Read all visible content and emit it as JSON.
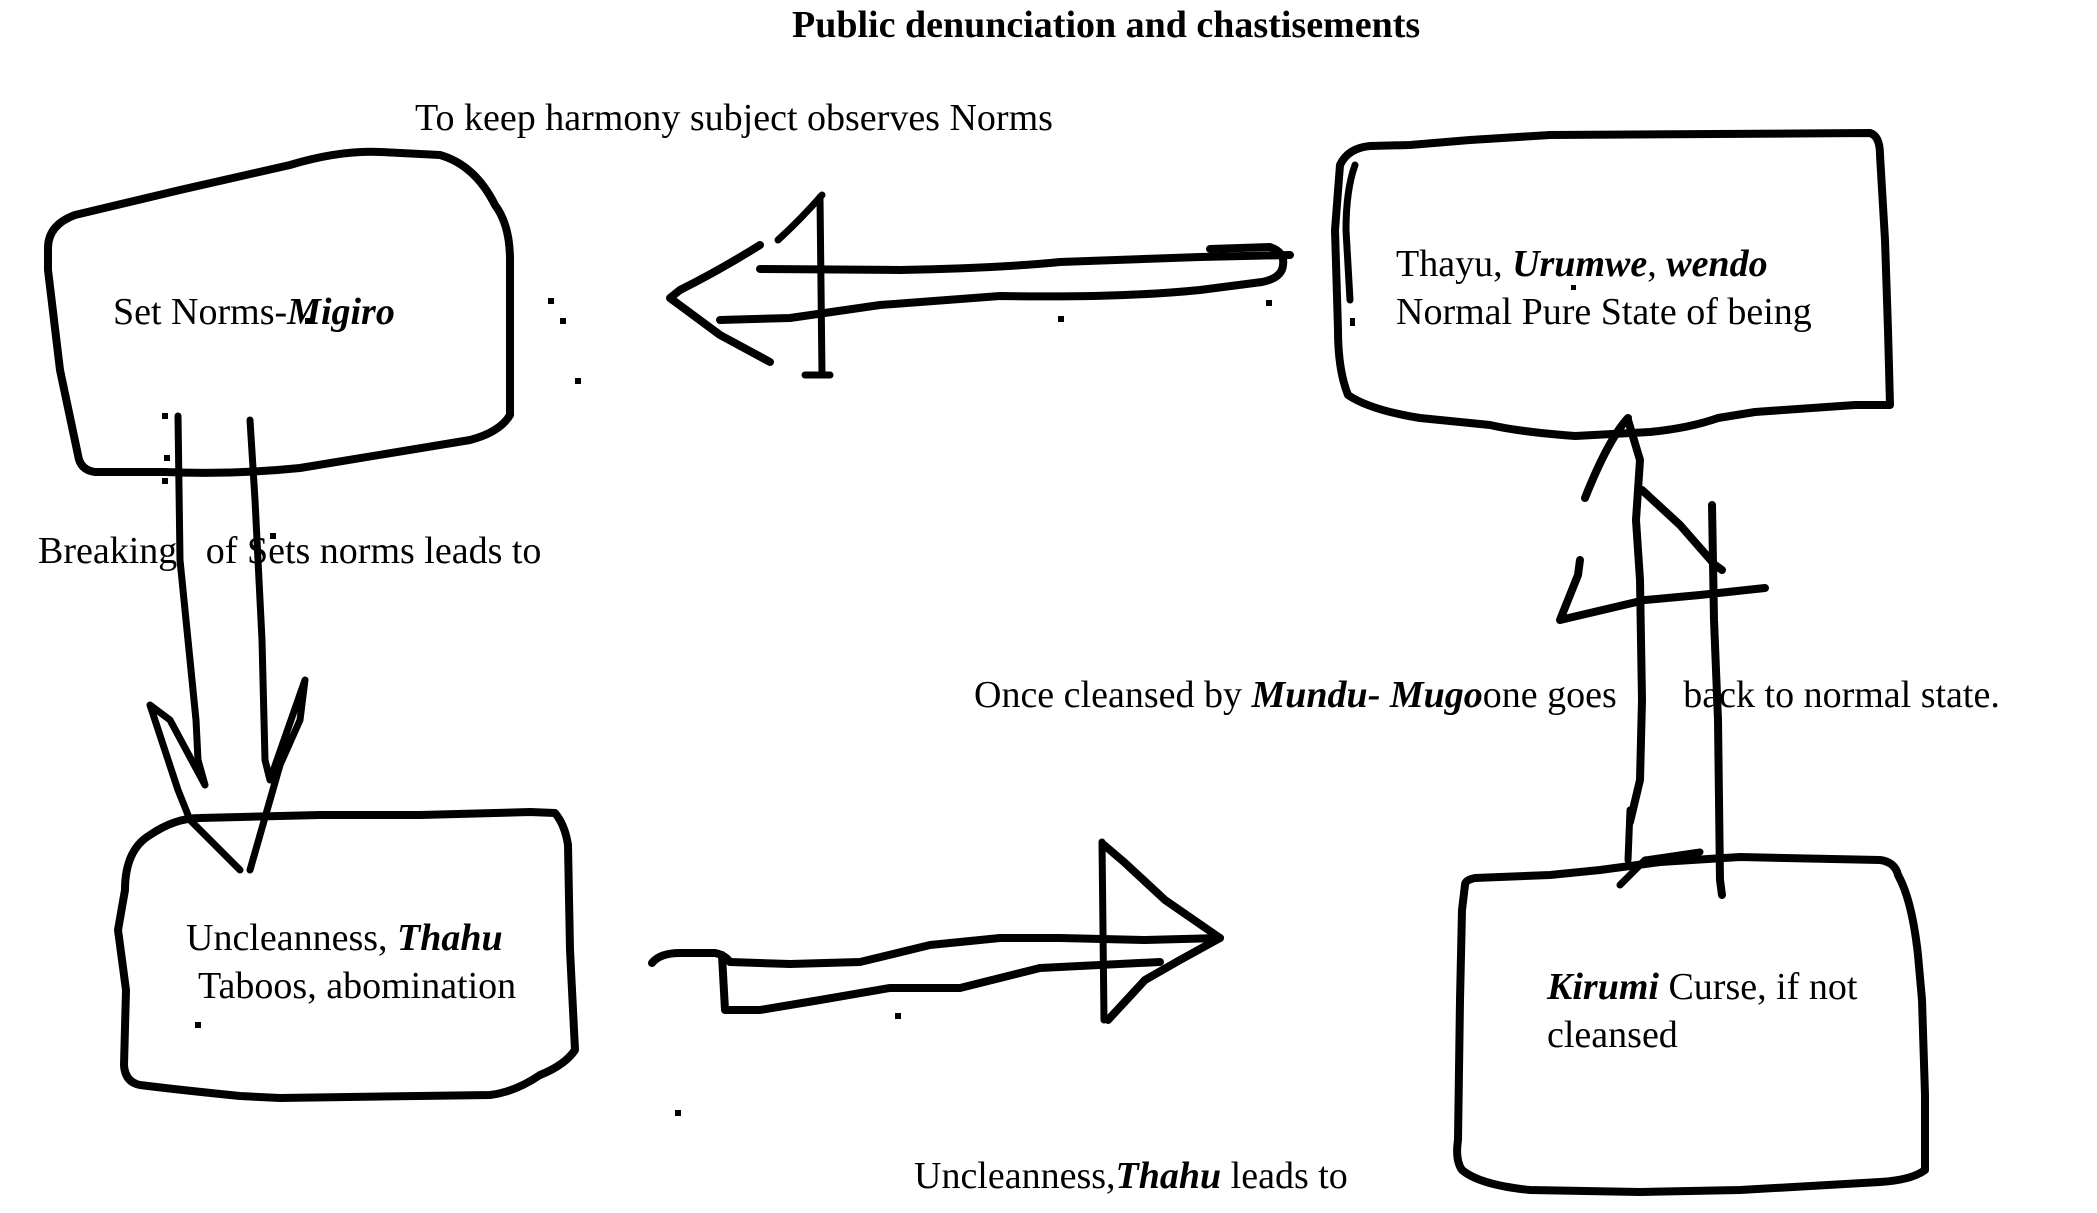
{
  "title": "Public denunciation and chastisements",
  "labels": {
    "top_arrow": "To keep harmony subject observes Norms",
    "left_arrow": "Breaking   of Sets norms leads to",
    "right_arrow": {
      "prefix": "Once cleansed by ",
      "emphasis": "Mundu- Mugo",
      "suffix": "one goes       back to normal state."
    },
    "bottom_arrow": {
      "prefix": "Uncleanness,",
      "emphasis": "Thahu",
      "suffix": " leads to"
    }
  },
  "boxes": {
    "set_norms": {
      "prefix": "Set Norms-",
      "emphasis": "Migiro"
    },
    "normal_state": {
      "line1_prefix": "Thayu, ",
      "line1_em1": "Urumwe",
      "line1_sep": ", ",
      "line1_em2": "wendo",
      "line2": "Normal Pure State of being"
    },
    "uncleanness": {
      "line1_prefix": "Uncleanness, ",
      "line1_emphasis": "Thahu",
      "line2": "Taboos, abomination"
    },
    "kirumi": {
      "emphasis": "Kirumi",
      "line1_suffix": " Curse, if not",
      "line2": "cleansed"
    }
  },
  "flow": [
    {
      "from": "Set Norms-Migiro",
      "to": "Uncleanness, Thahu",
      "direction": "down"
    },
    {
      "from": "Uncleanness, Thahu",
      "to": "Kirumi Curse",
      "direction": "right"
    },
    {
      "from": "Kirumi Curse",
      "to": "Normal Pure State of being",
      "direction": "up"
    },
    {
      "from": "Normal Pure State of being",
      "to": "Set Norms-Migiro",
      "direction": "left"
    }
  ]
}
